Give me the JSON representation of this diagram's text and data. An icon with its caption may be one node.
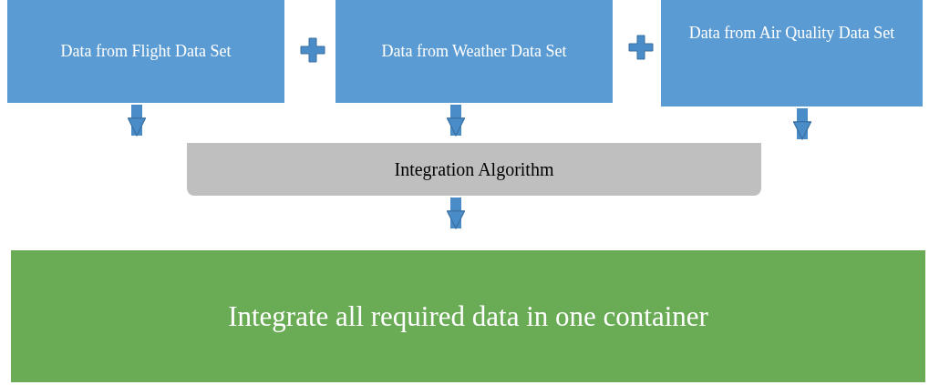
{
  "diagram": {
    "nodes": [
      {
        "text": [
          "Data from Flight Data Set"
        ]
      },
      {
        "text": [
          "Data from Weather Data Set"
        ]
      },
      {
        "text": [
          "Data from Air Quality Data Set"
        ]
      },
      {
        "text": [
          "Integration Algorithm"
        ]
      },
      {
        "text": [
          "Integrate all required data in one container"
        ]
      }
    ],
    "edges": [
      {
        "from": 0,
        "to": 3,
        "arrow": "to"
      },
      {
        "from": 1,
        "to": 3,
        "arrow": "to"
      },
      {
        "from": 2,
        "to": 3,
        "arrow": "to"
      },
      {
        "from": 3,
        "to": 4,
        "arrow": "to"
      }
    ]
  }
}
